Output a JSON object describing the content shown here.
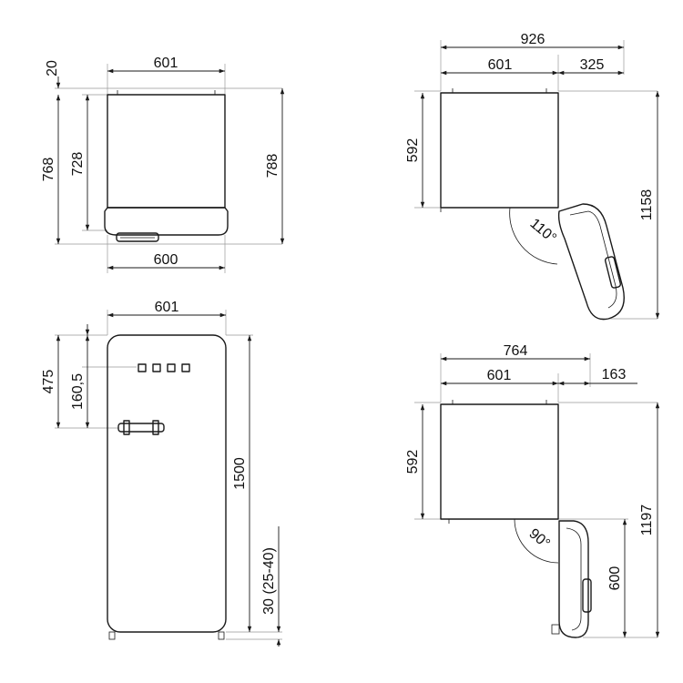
{
  "top_left_view": {
    "gap_top": "20",
    "width_top": "601",
    "height_left": "768",
    "height_inner": "728",
    "height_right": "788",
    "width_bottom": "600"
  },
  "top_right_view": {
    "total_width": "926",
    "body_width": "601",
    "door_extension": "325",
    "depth": "592",
    "total_depth": "1158",
    "door_angle": "110°"
  },
  "front_view": {
    "width": "601",
    "height_top": "475",
    "height_handle": "160,5",
    "height_body": "1500",
    "foot_height": "30 (25-40)"
  },
  "bottom_right_view": {
    "total_width": "764",
    "body_width": "601",
    "door_extension": "163",
    "depth": "592",
    "door_depth": "600",
    "total_depth": "1197",
    "door_angle": "90°"
  },
  "colors": {
    "line": "#1a1a1a",
    "extension": "#999999",
    "background": "#ffffff"
  }
}
